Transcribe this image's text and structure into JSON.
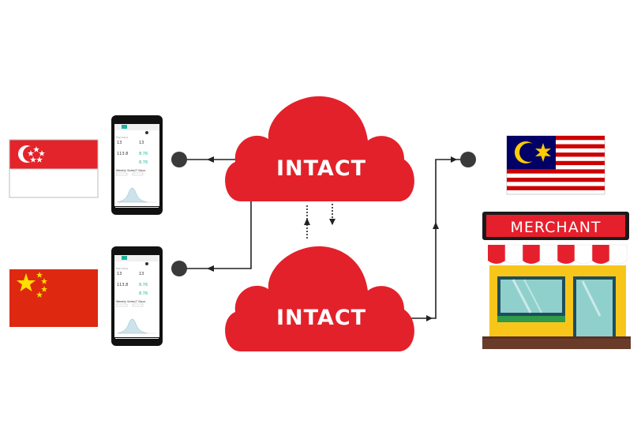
{
  "clouds": {
    "top_label": "INTACT",
    "bottom_label": "INTACT"
  },
  "merchant": {
    "sign_label": "MERCHANT"
  },
  "phones": {
    "top": {
      "stat1_value": "13",
      "stat2_value": "13",
      "stat3_value": "113.8",
      "stat4_value": "8.76",
      "stat5_value": "8.76",
      "chart_title": "Weekly Sales/7 Days"
    },
    "bottom": {
      "stat1_value": "13",
      "stat2_value": "13",
      "stat3_value": "113.8",
      "stat4_value": "8.76",
      "stat5_value": "8.76",
      "chart_title": "Weekly Sales/7 Days"
    }
  },
  "colors": {
    "brand_red": "#e3212b",
    "node_dark": "#3a3a3a",
    "line": "#222222",
    "teal": "#1fb3a0",
    "merchant_yellow": "#f8c61b",
    "sign_red": "#e5202c"
  }
}
